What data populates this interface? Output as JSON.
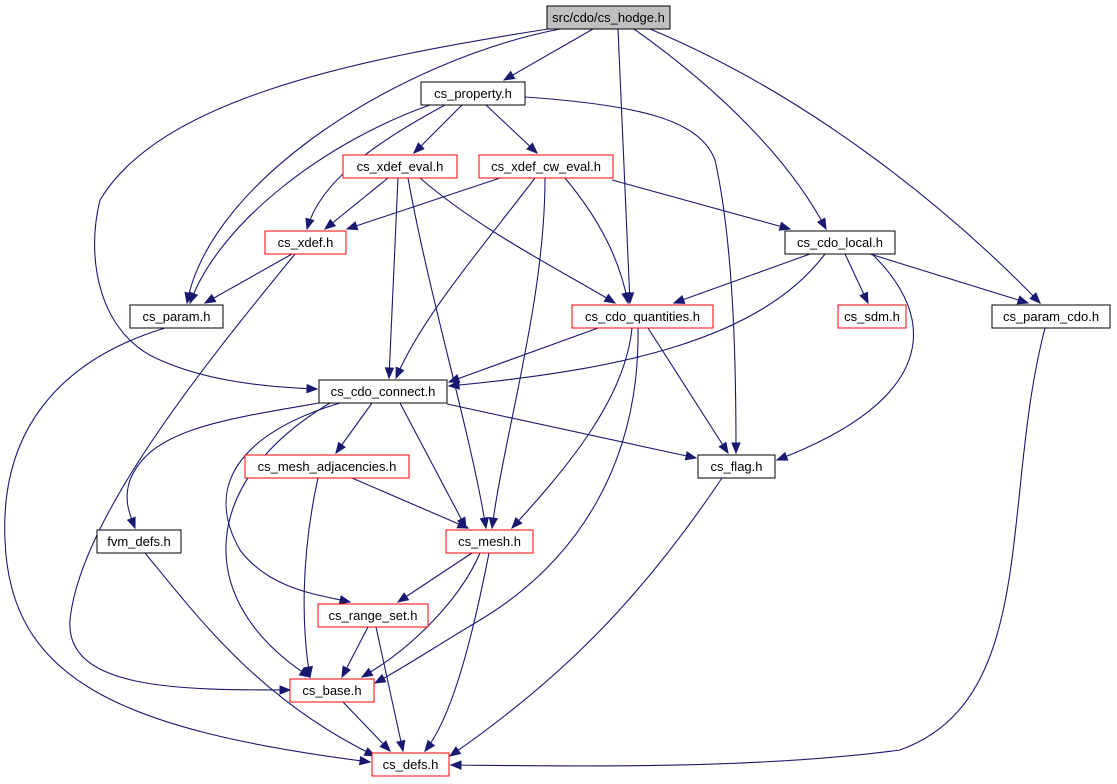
{
  "colors": {
    "edge": "#191970",
    "border_black": "#000000",
    "border_red": "#ff0000",
    "root_fill": "#bfbfbf",
    "node_fill": "#ffffff"
  },
  "nodes": [
    {
      "id": "hodge",
      "label": "src/cdo/cs_hodge.h",
      "style": "root"
    },
    {
      "id": "property",
      "label": "cs_property.h",
      "style": "black"
    },
    {
      "id": "xdef_eval",
      "label": "cs_xdef_eval.h",
      "style": "red"
    },
    {
      "id": "xdef_cw_eval",
      "label": "cs_xdef_cw_eval.h",
      "style": "red"
    },
    {
      "id": "xdef",
      "label": "cs_xdef.h",
      "style": "red"
    },
    {
      "id": "cdo_local",
      "label": "cs_cdo_local.h",
      "style": "black"
    },
    {
      "id": "param",
      "label": "cs_param.h",
      "style": "black"
    },
    {
      "id": "cdo_quantities",
      "label": "cs_cdo_quantities.h",
      "style": "red"
    },
    {
      "id": "sdm",
      "label": "cs_sdm.h",
      "style": "red"
    },
    {
      "id": "param_cdo",
      "label": "cs_param_cdo.h",
      "style": "black"
    },
    {
      "id": "cdo_connect",
      "label": "cs_cdo_connect.h",
      "style": "black"
    },
    {
      "id": "mesh_adjacencies",
      "label": "cs_mesh_adjacencies.h",
      "style": "red"
    },
    {
      "id": "flag",
      "label": "cs_flag.h",
      "style": "black"
    },
    {
      "id": "fvm_defs",
      "label": "fvm_defs.h",
      "style": "black"
    },
    {
      "id": "mesh",
      "label": "cs_mesh.h",
      "style": "red"
    },
    {
      "id": "range_set",
      "label": "cs_range_set.h",
      "style": "red"
    },
    {
      "id": "base",
      "label": "cs_base.h",
      "style": "red"
    },
    {
      "id": "defs",
      "label": "cs_defs.h",
      "style": "red"
    }
  ],
  "edges": [
    {
      "from": "hodge",
      "to": "property"
    },
    {
      "from": "hodge",
      "to": "param"
    },
    {
      "from": "hodge",
      "to": "cdo_connect"
    },
    {
      "from": "hodge",
      "to": "cdo_quantities"
    },
    {
      "from": "hodge",
      "to": "cdo_local"
    },
    {
      "from": "hodge",
      "to": "param_cdo"
    },
    {
      "from": "property",
      "to": "xdef_eval"
    },
    {
      "from": "property",
      "to": "xdef_cw_eval"
    },
    {
      "from": "property",
      "to": "xdef"
    },
    {
      "from": "property",
      "to": "param"
    },
    {
      "from": "property",
      "to": "flag"
    },
    {
      "from": "xdef_eval",
      "to": "xdef"
    },
    {
      "from": "xdef_eval",
      "to": "cdo_connect"
    },
    {
      "from": "xdef_eval",
      "to": "cdo_quantities"
    },
    {
      "from": "xdef_eval",
      "to": "mesh"
    },
    {
      "from": "xdef_cw_eval",
      "to": "xdef"
    },
    {
      "from": "xdef_cw_eval",
      "to": "cdo_local"
    },
    {
      "from": "xdef_cw_eval",
      "to": "cdo_quantities"
    },
    {
      "from": "xdef_cw_eval",
      "to": "cdo_connect"
    },
    {
      "from": "xdef_cw_eval",
      "to": "mesh"
    },
    {
      "from": "xdef",
      "to": "param"
    },
    {
      "from": "xdef",
      "to": "base"
    },
    {
      "from": "cdo_local",
      "to": "cdo_quantities"
    },
    {
      "from": "cdo_local",
      "to": "sdm"
    },
    {
      "from": "cdo_local",
      "to": "param_cdo"
    },
    {
      "from": "cdo_local",
      "to": "cdo_connect"
    },
    {
      "from": "cdo_local",
      "to": "flag"
    },
    {
      "from": "param",
      "to": "defs"
    },
    {
      "from": "cdo_quantities",
      "to": "cdo_connect"
    },
    {
      "from": "cdo_quantities",
      "to": "flag"
    },
    {
      "from": "cdo_quantities",
      "to": "mesh"
    },
    {
      "from": "cdo_quantities",
      "to": "base"
    },
    {
      "from": "param_cdo",
      "to": "defs"
    },
    {
      "from": "cdo_connect",
      "to": "mesh_adjacencies"
    },
    {
      "from": "cdo_connect",
      "to": "flag"
    },
    {
      "from": "cdo_connect",
      "to": "fvm_defs"
    },
    {
      "from": "cdo_connect",
      "to": "mesh"
    },
    {
      "from": "cdo_connect",
      "to": "range_set"
    },
    {
      "from": "cdo_connect",
      "to": "base"
    },
    {
      "from": "mesh_adjacencies",
      "to": "mesh"
    },
    {
      "from": "mesh_adjacencies",
      "to": "base"
    },
    {
      "from": "flag",
      "to": "defs"
    },
    {
      "from": "fvm_defs",
      "to": "defs"
    },
    {
      "from": "mesh",
      "to": "range_set"
    },
    {
      "from": "mesh",
      "to": "base"
    },
    {
      "from": "mesh",
      "to": "defs"
    },
    {
      "from": "range_set",
      "to": "base"
    },
    {
      "from": "range_set",
      "to": "defs"
    },
    {
      "from": "base",
      "to": "defs"
    }
  ]
}
